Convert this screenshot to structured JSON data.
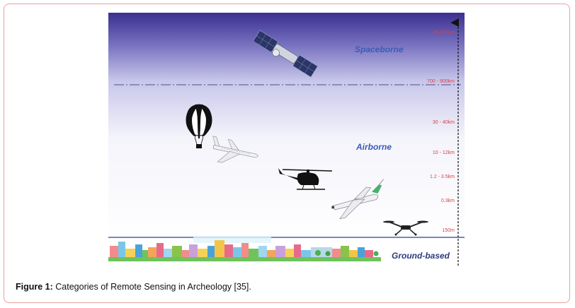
{
  "diagram": {
    "categories": {
      "spaceborne": "Spaceborne",
      "airborne": "Airborne",
      "ground": "Ground-based"
    },
    "altitudes": {
      "top": "36,000km",
      "sat": "700 - 900km",
      "balloon": "30 - 40km",
      "jet": "10 - 12km",
      "heli": "1.2 - 3.5km",
      "plane": "0.3km",
      "drone": "150m"
    },
    "colors": {
      "sky_top": "#3a2f8f",
      "sky_mid": "#b6b4e2",
      "ground_label": "#2b3b80",
      "altitude_text": "#d9404a",
      "category_text": "#3b5cb8"
    }
  },
  "figure": {
    "label": "Figure 1:",
    "text": " Categories of Remote Sensing in Archeology [35]."
  }
}
